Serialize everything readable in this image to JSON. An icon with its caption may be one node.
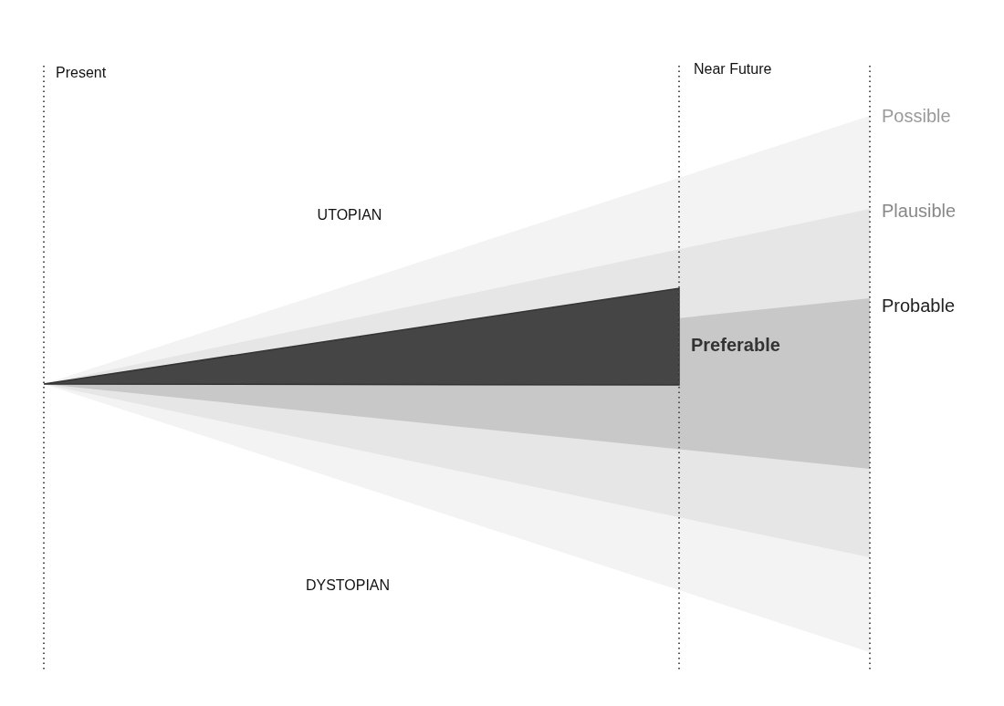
{
  "diagram": {
    "labels": [
      "Present",
      "Near Future",
      "Possible",
      "UTOPIAN",
      "Plausible",
      "Probable",
      "Preferable",
      "DYSTOPIAN"
    ]
  }
}
